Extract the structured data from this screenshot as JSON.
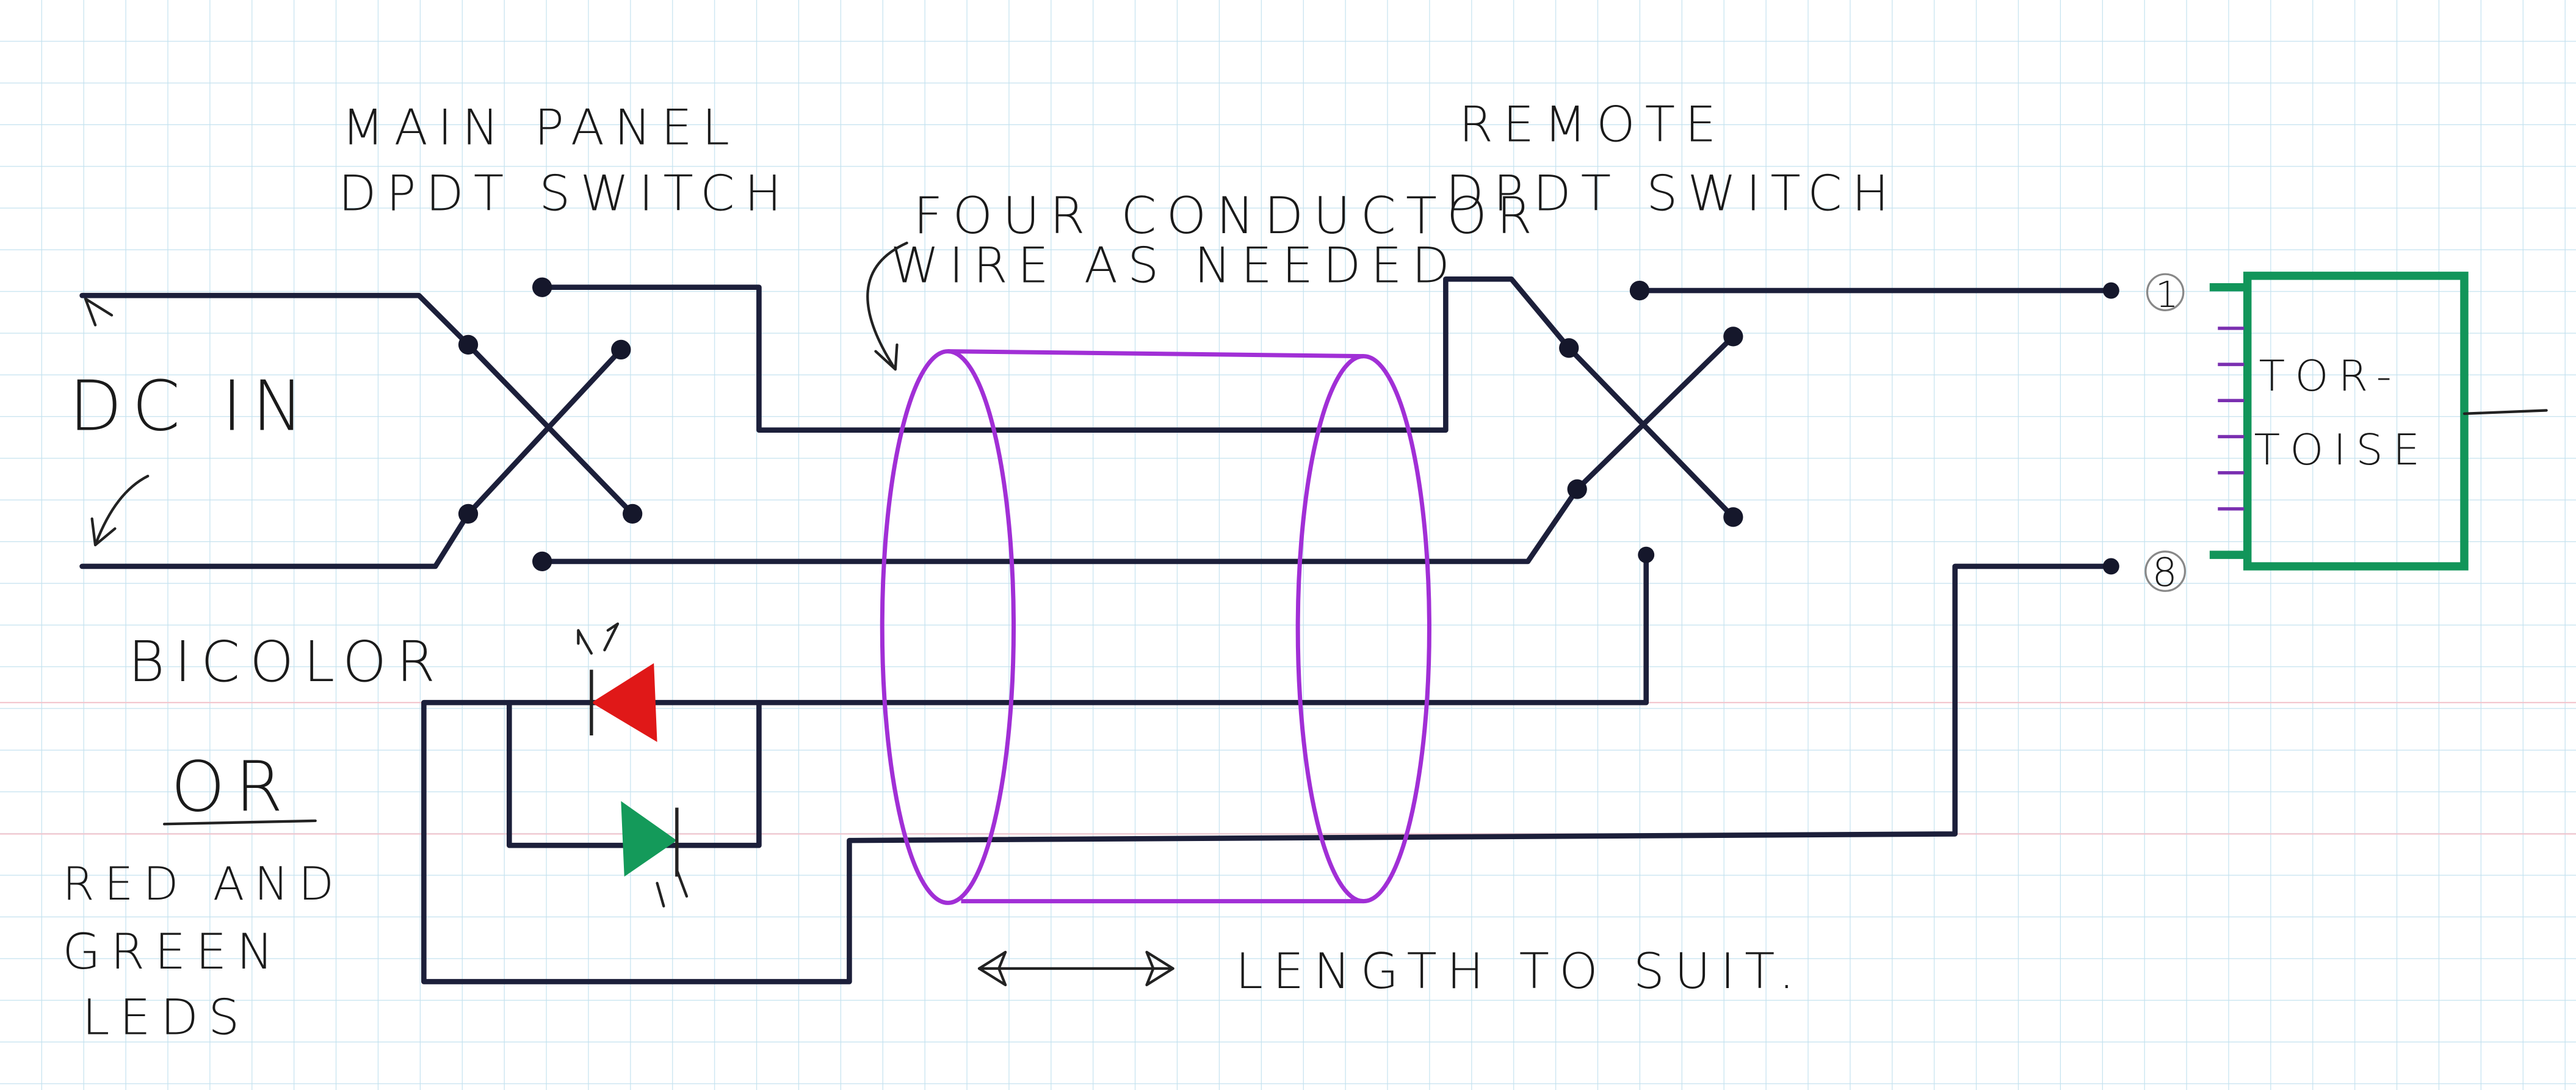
{
  "labels": {
    "main_panel_line1": "MAIN PANEL",
    "main_panel_line2": "DPDT SWITCH",
    "dc_in": "DC IN",
    "cable_line1": "FOUR CONDUCTOR",
    "cable_line2": "WIRE AS NEEDED",
    "remote_line1": "REMOTE",
    "remote_line2": "DPDT SWITCH",
    "tortoise_line1": "TOR-",
    "tortoise_line2": "TOISE",
    "pin_1": "1",
    "pin_8": "8",
    "bicolor": "BICOLOR",
    "or": "OR",
    "alt_line1": "RED AND",
    "alt_line2": "GREEN",
    "alt_line3": "LEDS",
    "length": "LENGTH TO SUIT."
  },
  "colors": {
    "grid": "#bfe0ee",
    "grid_red": "#f3c4cc",
    "wire": "#1c1f3a",
    "cable": "#a12fd6",
    "tortoise": "#12955a",
    "led_red": "#e01818",
    "led_green": "#149a5a"
  }
}
